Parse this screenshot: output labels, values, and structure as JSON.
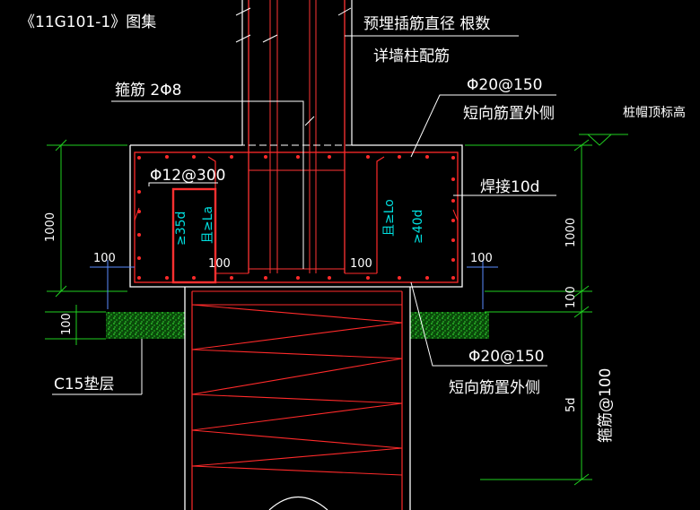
{
  "labels": {
    "atlas": "《11G101-1》图集",
    "dowel_spec": "预埋插筋直径 根数",
    "see_wall": "详墙柱配筋",
    "stirrup_top": "箍筋 2Φ8",
    "bar_top": "Φ20@150",
    "bar_top_note": "短向筋置外侧",
    "cap_top_elev": "桩帽顶标高",
    "side_bar": "Φ12@300",
    "weld": "焊接10d",
    "cushion": "C15垫层",
    "bar_bottom": "Φ20@150",
    "bar_bottom_note": "短向筋置外侧",
    "pile_stirrup": "箍筋@100"
  },
  "anchors": {
    "left_35d": "≥35d",
    "left_la": "且≥La",
    "right_la": "且≥Lo",
    "right_40d": "≥40d"
  },
  "dimensions": {
    "height_1000_left": "1000",
    "height_1000_right": "1000",
    "cover_100_left": "100",
    "cover_100_center_left": "100",
    "cover_100_center_right": "100",
    "cover_100_right": "100",
    "right_100_vertical": "100",
    "cushion_100": "100",
    "pile_5d": "5d"
  },
  "colors": {
    "concrete": "#ffffff",
    "rebar": "#ff2a2a",
    "dimension": "#20d020",
    "anchor_text": "#00e0e0",
    "highlight": "#ff3030",
    "cushion_fill": "#1aa31a"
  }
}
